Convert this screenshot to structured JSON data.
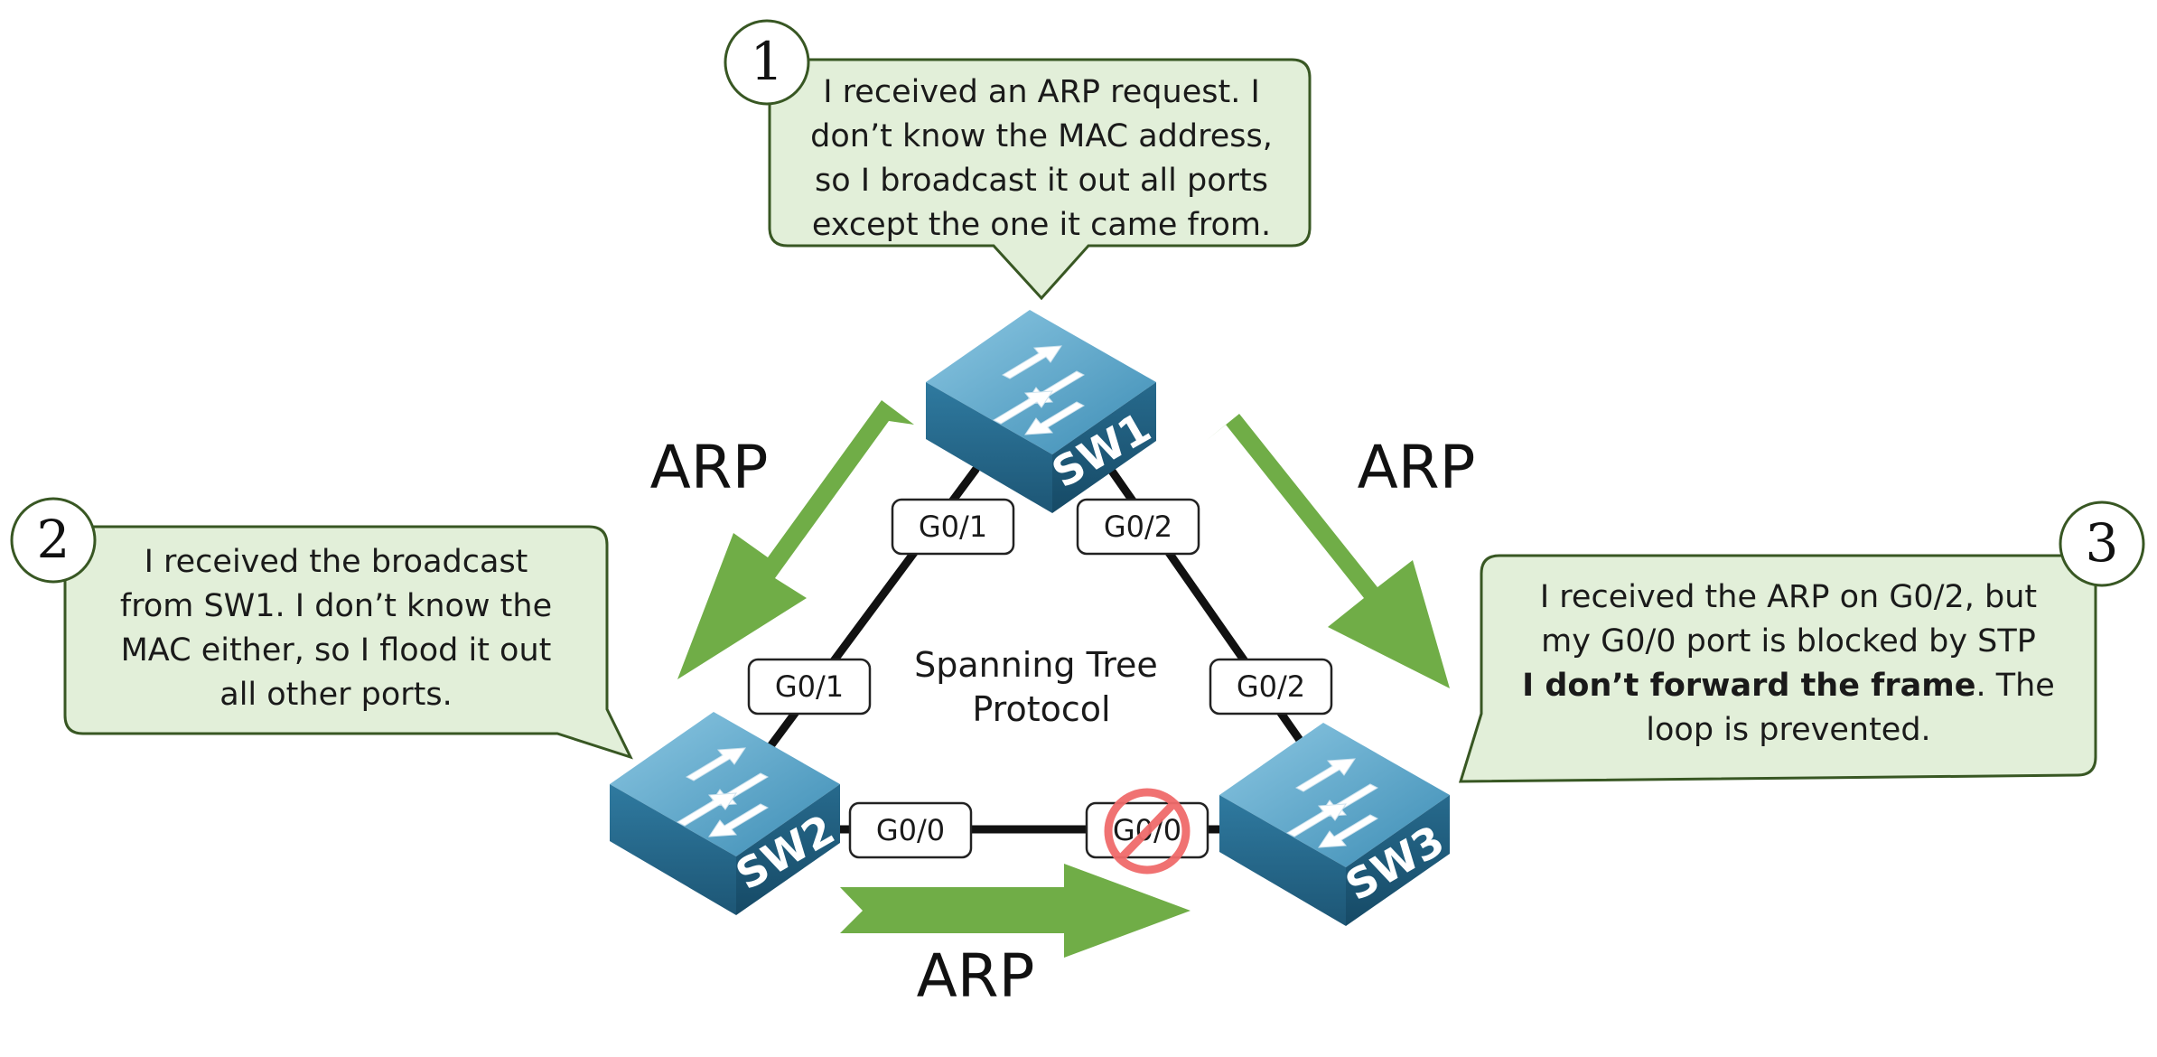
{
  "callouts": [
    {
      "number": "1",
      "lines": [
        [
          {
            "text": "I received an ARP request. I",
            "bold": false
          }
        ],
        [
          {
            "text": "don’t know the MAC address,",
            "bold": false
          }
        ],
        [
          {
            "text": "so I broadcast it out all ports",
            "bold": false
          }
        ],
        [
          {
            "text": "except the one it came from.",
            "bold": false
          }
        ]
      ]
    },
    {
      "number": "2",
      "lines": [
        [
          {
            "text": "I received the broadcast",
            "bold": false
          }
        ],
        [
          {
            "text": "from SW1. I don’t know the",
            "bold": false
          }
        ],
        [
          {
            "text": "MAC either, so I flood it out",
            "bold": false
          }
        ],
        [
          {
            "text": "all other ports.",
            "bold": false
          }
        ]
      ]
    },
    {
      "number": "3",
      "lines": [
        [
          {
            "text": "I received the ARP on G0/2, but",
            "bold": false
          }
        ],
        [
          {
            "text": "my G0/0 port is blocked by STP",
            "bold": false
          }
        ],
        [
          {
            "text": "I don’t forward the frame",
            "bold": true
          },
          {
            "text": ". The",
            "bold": false
          }
        ],
        [
          {
            "text": "loop is prevented.",
            "bold": false
          }
        ]
      ]
    }
  ],
  "switches": [
    {
      "label": "SW1"
    },
    {
      "label": "SW2"
    },
    {
      "label": "SW3"
    }
  ],
  "ports": {
    "sw1_g01": "G0/1",
    "sw1_g02": "G0/2",
    "sw2_g01": "G0/1",
    "sw3_g02": "G0/2",
    "sw2_g00": "G0/0",
    "sw3_g00": "G0/0"
  },
  "center_label": [
    "Spanning Tree",
    "Protocol"
  ],
  "arrows": {
    "left": "ARP",
    "right": "ARP",
    "bottom": "ARP"
  },
  "blocked_port": "sw3_g00",
  "colors": {
    "callout_fill": "#e2efd9",
    "callout_stroke": "#385723",
    "arrow_green": "#70ad47",
    "block_red": "#f06b6b",
    "switch_top": "#5fa7c9",
    "switch_side": "#2f6f91"
  }
}
